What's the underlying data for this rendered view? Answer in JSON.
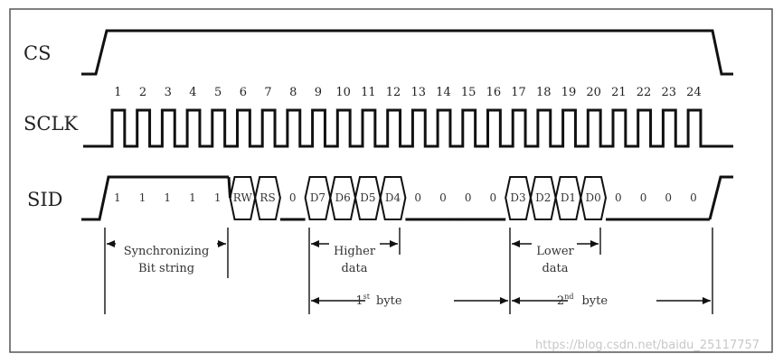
{
  "signals": {
    "cs": "CS",
    "sclk": "SCLK",
    "sid": "SID"
  },
  "clock_numbers": [
    "1",
    "2",
    "3",
    "4",
    "5",
    "6",
    "7",
    "8",
    "9",
    "10",
    "11",
    "12",
    "13",
    "14",
    "15",
    "16",
    "17",
    "18",
    "19",
    "20",
    "21",
    "22",
    "23",
    "24"
  ],
  "sid_bits": [
    "1",
    "1",
    "1",
    "1",
    "1",
    "RW",
    "RS",
    "0",
    "D7",
    "D6",
    "D5",
    "D4",
    "0",
    "0",
    "0",
    "0",
    "D3",
    "D2",
    "D1",
    "D0",
    "0",
    "0",
    "0",
    "0"
  ],
  "annotations": {
    "sync_line1": "Synchronizing",
    "sync_line2": "Bit string",
    "higher_line1": "Higher",
    "higher_line2": "data",
    "lower_line1": "Lower",
    "lower_line2": "data",
    "first_byte_num": "1",
    "first_byte_sup": "st",
    "first_byte_word": "byte",
    "second_byte_num": "2",
    "second_byte_sup": "nd",
    "second_byte_word": "byte"
  },
  "watermark": "https://blog.csdn.net/baidu_25117757"
}
